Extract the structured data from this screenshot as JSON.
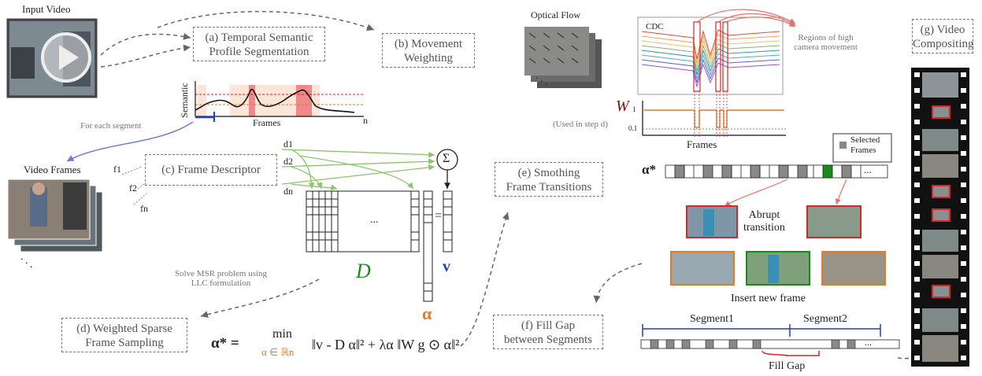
{
  "labels": {
    "input_video": "Input Video",
    "box_a": "(a) Temporal Semantic\nProfile Segmentation",
    "box_b": "(b) Movement\nWeighting",
    "box_c": "(c) Frame Descriptor",
    "box_d": "(d) Weighted Sparse\nFrame Sampling",
    "box_e": "(e) Smothing\nFrame Transitions",
    "box_f": "(f) Fill Gap\nbetween Segments",
    "box_g": "(g) Video\nCompositing",
    "optical_flow": "Optical Flow",
    "cdc": "CDC",
    "regions": "Regions of high\ncamera movement",
    "w_symbol": "W",
    "used_in_step": "(Used in step d)",
    "frames_axis_1": "Frames",
    "frames_axis_2": "Frames",
    "semantic_axis": "Semantic",
    "n_axis": "n",
    "for_each_segment": "For each segment",
    "video_frames": "Video Frames",
    "f1": "f1",
    "f2": "f2",
    "fn": "fn",
    "d1": "d1",
    "d2": "d2",
    "dn": "dn",
    "sigma": "Σ",
    "dots": "...",
    "equals": "=",
    "D": "D",
    "v": "v",
    "alpha": "α",
    "solve_msr": "Solve MSR problem using\nLLC formulation",
    "alpha_star": "α*",
    "selected_frames": "Selected\nFrames",
    "abrupt": "Abrupt\ntransition",
    "insert_new": "Insert new frame",
    "segment1": "Segment1",
    "segment2": "Segment2",
    "fill_gap": "Fill Gap",
    "tick_1": "1",
    "tick_01": "0.1",
    "formula_lhs": "α* =",
    "formula_min": "min",
    "formula_sub": "α ∈ ℝn",
    "formula_body": "‖v - D α‖² + λα ‖W g ⊙ α‖²"
  },
  "colors": {
    "orange": "#e07b27",
    "red": "#d62728",
    "green": "#1a8a1a",
    "blue": "#1f3fbf",
    "darkred": "#7a1010",
    "gray": "#777777"
  }
}
